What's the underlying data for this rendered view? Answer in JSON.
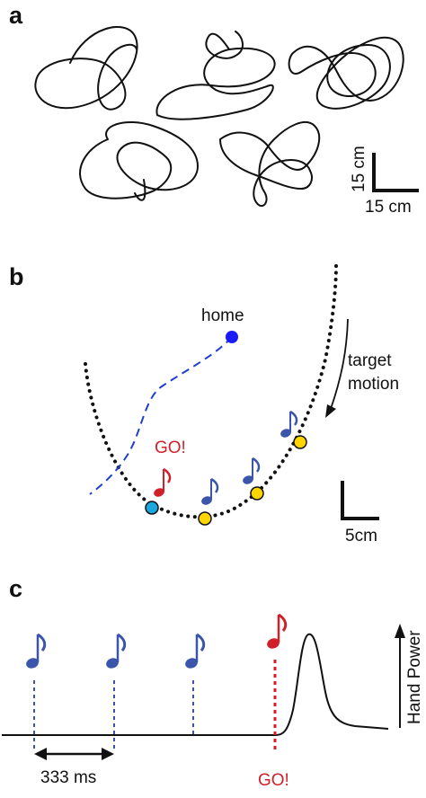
{
  "panels": {
    "a": {
      "letter": "a",
      "scalebar": {
        "vertical_label": "15 cm",
        "horizontal_label": "15 cm"
      }
    },
    "b": {
      "letter": "b",
      "home_label": "home",
      "go_label": "GO!",
      "target_motion_label": "target\nmotion",
      "target_label_line1": "target",
      "target_label_line2": "motion",
      "scalebar_label": "5cm",
      "colors": {
        "home_dot": "#1a1aff",
        "hand_path": "#1f3fcf",
        "cyan_dot": "#1aa7e0",
        "yellow_dot": "#ffd500",
        "red": "#d0202a",
        "note_blue": "#3a55aa"
      }
    },
    "c": {
      "letter": "c",
      "interval_label": "333 ms",
      "go_label": "GO!",
      "axis_label": "Hand Power",
      "colors": {
        "blue_lines": "#3a55aa",
        "red": "#d0202a"
      }
    }
  }
}
